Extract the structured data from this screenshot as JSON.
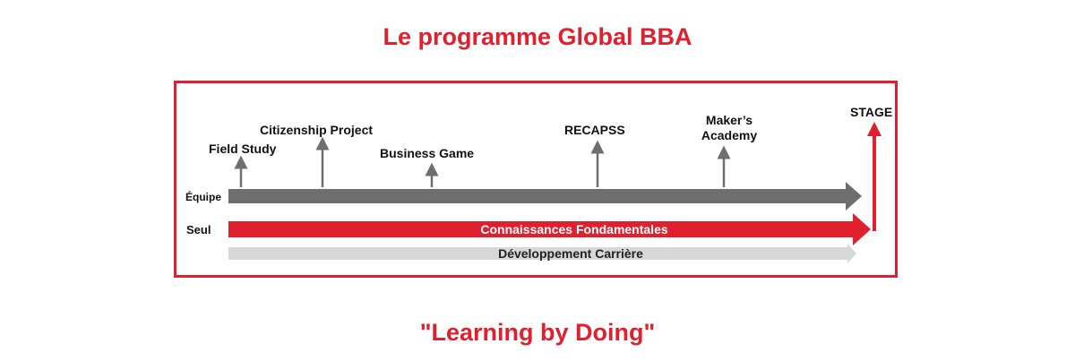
{
  "title": "Le programme Global BBA",
  "tagline": "\"Learning by Doing\"",
  "rows": {
    "team": "Équipe",
    "solo": "Seul"
  },
  "tracks": {
    "knowledge": "Connaissances Fondamentales",
    "career": "Développement Carrière"
  },
  "milestones": [
    {
      "label": "Field Study"
    },
    {
      "label": "Citizenship Project"
    },
    {
      "label": "Business Game"
    },
    {
      "label": "RECAPSS"
    },
    {
      "label": "Maker’s\nAcademy"
    }
  ],
  "final": {
    "label": "STAGE"
  },
  "colors": {
    "accent": "#e0202e",
    "team_bar": "#6e6e6e",
    "career_bar": "#d7d7d7",
    "text": "#111111"
  }
}
